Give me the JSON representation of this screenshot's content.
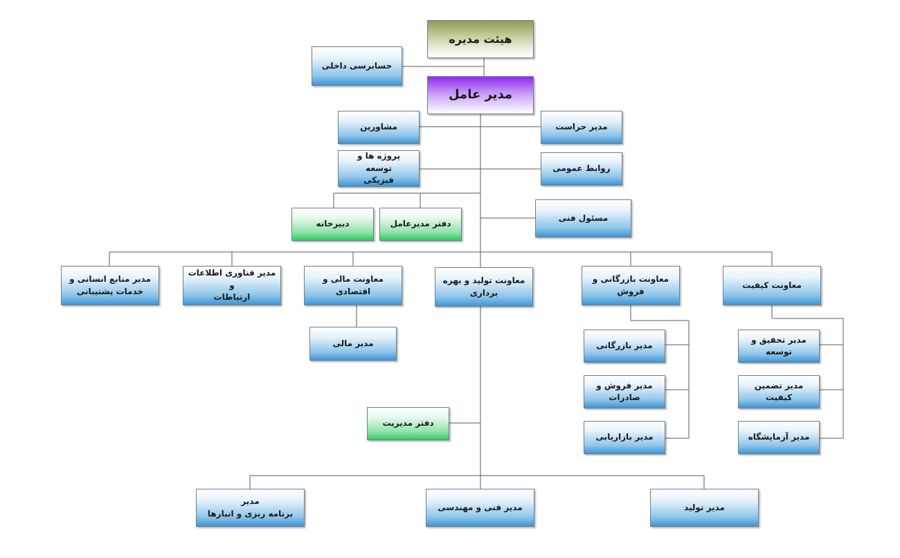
{
  "boxes": {
    "board": "هیئت مدیره",
    "internal_audit": "حسابرسی داخلی",
    "ceo": "مدیر عامل",
    "advisors": "مشاورین",
    "security_manager": "مدیر حراست",
    "projects_development": "پروژه ها و توسعه\nفیزیکی",
    "public_relations": "روابط عمومی",
    "secretariat": "دبیرخانه",
    "ceo_office": "دفتر مدیرعامل",
    "technical_officer": "مسئول فنی",
    "hr_manager": "مدیر منابع انسانی و\nخدمات پشتیبانی",
    "it_manager": "مدیر فناوری اطلاعات و\nارتباطات",
    "finance_vp": "معاونت مالی و اقتصادی",
    "production_vp": "معاونت تولید و بهره برداری",
    "commerce_vp": "معاونت بازرگانی و فروش",
    "quality_vp": "معاونت کیفیت",
    "finance_manager": "مدیر مالی",
    "commerce_manager": "مدیر بازرگانی",
    "sales_export_manager": "مدیر فروش و صادرات",
    "marketing_manager": "مدیر بازاریابی",
    "rnd_manager": "مدیر تحقیق و توسعه",
    "qa_manager": "مدیر تضمین کیفیت",
    "lab_manager": "مدیر آزمایشگاه",
    "management_office": "دفتر مدیریت",
    "planning_warehouse_manager": "مدیر\nبرنامه ریزی و انبارها",
    "engineering_manager": "مدیر فنی و مهندسی",
    "production_manager": "مدیر تولید"
  }
}
